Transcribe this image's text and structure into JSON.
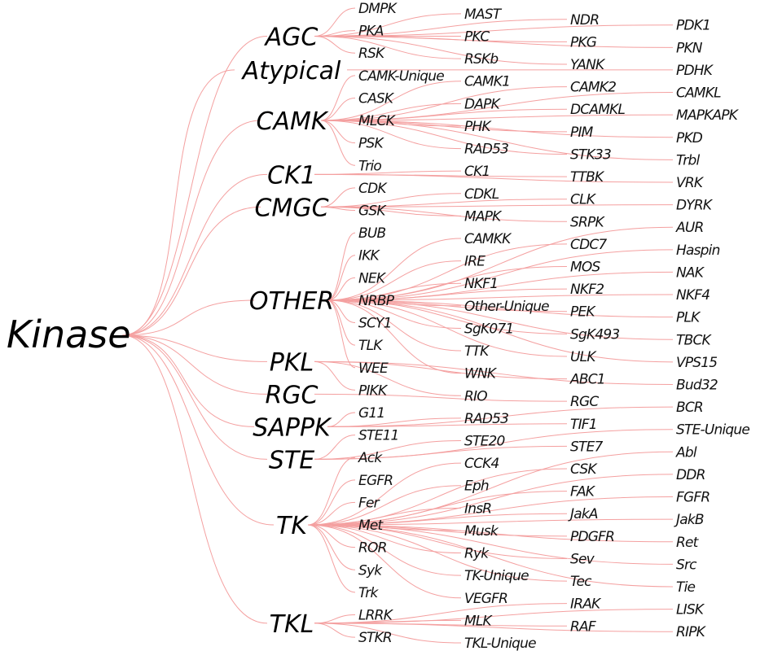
{
  "title": "Kinase",
  "colors": {
    "edge": "#f4a0a0",
    "text": "#000000",
    "background": "#ffffff"
  },
  "groups": [
    {
      "name": "AGC",
      "leaves": [
        "DMPK",
        "MAST",
        "NDR",
        "PDK1",
        "PKA",
        "PKC",
        "PKG",
        "PKN",
        "RSK",
        "RSKb",
        "YANK"
      ]
    },
    {
      "name": "Atypical",
      "leaves": [
        "PDHK"
      ]
    },
    {
      "name": "CAMK",
      "leaves": [
        "CAMK-Unique",
        "CAMK1",
        "CAMK2",
        "CAMKL",
        "CASK",
        "DAPK",
        "DCAMKL",
        "MAPKAPK",
        "MLCK",
        "PHK",
        "PIM",
        "PKD",
        "PSK",
        "RAD53",
        "STK33",
        "Trbl",
        "Trio"
      ]
    },
    {
      "name": "CK1",
      "leaves": [
        "CK1",
        "TTBK",
        "VRK"
      ]
    },
    {
      "name": "CMGC",
      "leaves": [
        "CDK",
        "CDKL",
        "CLK",
        "DYRK",
        "GSK",
        "MAPK",
        "SRPK"
      ]
    },
    {
      "name": "OTHER",
      "leaves": [
        "AUR",
        "BUB",
        "CAMKK",
        "CDC7",
        "Haspin",
        "IKK",
        "IRE",
        "MOS",
        "NAK",
        "NEK",
        "NKF1",
        "NKF2",
        "NKF4",
        "NRBP",
        "Other-Unique",
        "PEK",
        "PLK",
        "SCY1",
        "SgK071",
        "SgK493",
        "TBCK",
        "TLK",
        "TTK",
        "ULK",
        "VPS15",
        "WEE",
        "WNK"
      ]
    },
    {
      "name": "PKL",
      "leaves": [
        "ABC1",
        "Bud32",
        "PIKK",
        "RIO"
      ]
    },
    {
      "name": "RGC",
      "leaves": [
        "RGC"
      ]
    },
    {
      "name": "SAPPK",
      "leaves": [
        "BCR",
        "G11",
        "RAD53",
        "TIF1"
      ]
    },
    {
      "name": "STE",
      "leaves": [
        "STE-Unique",
        "STE11",
        "STE20",
        "STE7"
      ]
    },
    {
      "name": "TK",
      "leaves": [
        "Abl",
        "Ack",
        "CCK4",
        "CSK",
        "DDR",
        "EGFR",
        "Eph",
        "FAK",
        "FGFR",
        "Fer",
        "InsR",
        "JakA",
        "JakB",
        "Met",
        "Musk",
        "PDGFR",
        "Ret",
        "ROR",
        "Ryk",
        "Sev",
        "Src",
        "Syk",
        "TK-Unique",
        "Tec",
        "Tie",
        "Trk",
        "VEGFR"
      ]
    },
    {
      "name": "TKL",
      "leaves": [
        "IRAK",
        "LISK",
        "LRRK",
        "MLK",
        "RAF",
        "RIPK",
        "STKR",
        "TKL-Unique"
      ]
    }
  ]
}
